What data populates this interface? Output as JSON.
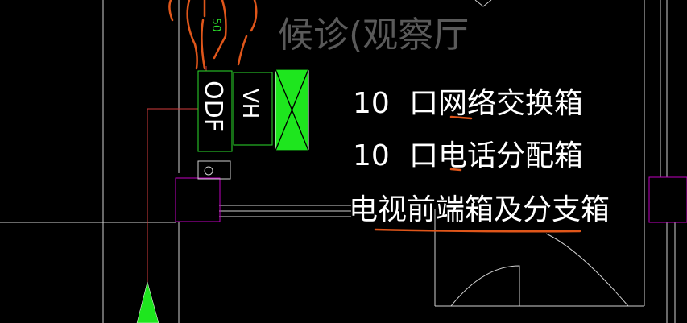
{
  "drawing": {
    "room_name": "候诊(观察厅",
    "odf_label": "ODF",
    "vh_label": "VH",
    "marker_text": "50",
    "legend": [
      {
        "number": "10",
        "text": "口网络交换箱"
      },
      {
        "number": "10",
        "text": "口电话分配箱"
      },
      {
        "number": "",
        "text": "电视前端箱及分支箱"
      }
    ],
    "colors": {
      "background": "#000000",
      "wall_lines": "#cfcfcf",
      "device_box": "#2bdc2b",
      "triangle_fill": "#1ee61e",
      "magenta_box": "#c000c0",
      "red_line": "#d23c3c",
      "annotation_orange": "#e0561a",
      "legend_text": "#ffffff",
      "room_text": "#5a5a5a"
    }
  }
}
